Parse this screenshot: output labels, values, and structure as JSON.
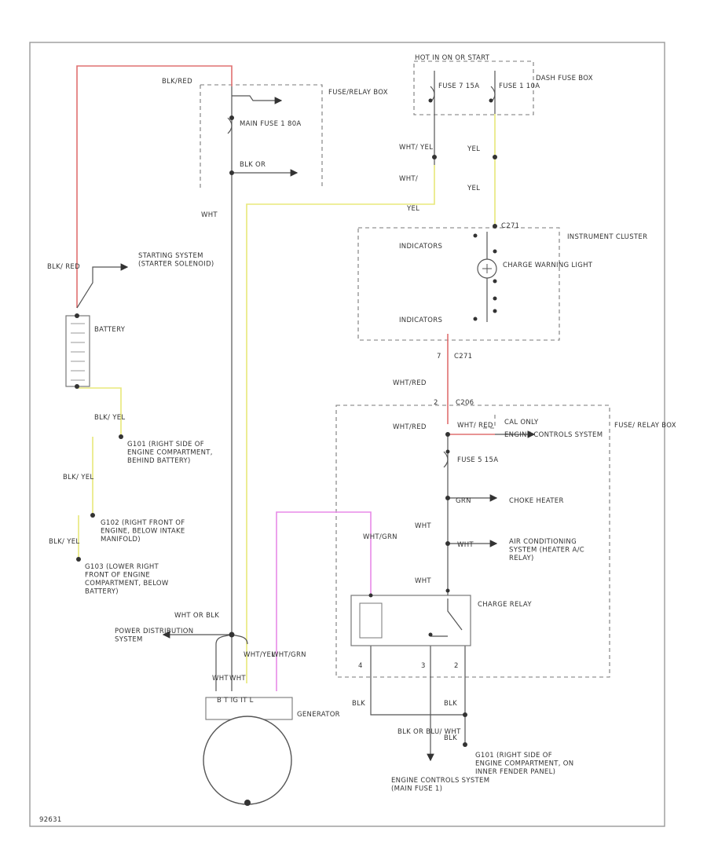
{
  "colors": {
    "red": "#e07070",
    "yellow": "#e8e87a",
    "pink": "#e88ae8",
    "black": "#555555",
    "gray": "#9a9a9a",
    "dashed": "#7a7a7a"
  },
  "labels": {
    "blk_red_top": "BLK/RED",
    "fuse_relay_box_top": "FUSE/RELAY BOX",
    "main_fuse": "MAIN FUSE 1 80A",
    "blk_or": "BLK OR",
    "wht_left": "WHT",
    "hot_in_on": "HOT IN ON OR START",
    "fuse_7": "FUSE 7 15A",
    "fuse_1": "FUSE 1 10A",
    "dash_fuse_box": "DASH FUSE BOX",
    "wht_yel_1": "WHT/ YEL",
    "yel_1": "YEL",
    "wht_2": "WHT/",
    "yel_2": "YEL",
    "yel_3": "YEL",
    "c271": "C271",
    "instrument_cluster": "INSTRUMENT CLUSTER",
    "indicators_1": "INDICATORS",
    "charge_light": "CHARGE WARNING LIGHT",
    "indicators_2": "INDICATORS",
    "blk_red_left": "BLK/ RED",
    "starting_system": "STARTING SYSTEM (STARTER SOLENOID)",
    "battery": "BATTERY",
    "c271_b": "C271",
    "num_7": "7",
    "wht_red_1": "WHT/RED",
    "c206": "C206",
    "num_2": "2",
    "wht_red_2": "WHT/RED",
    "wht_red_3": "WHT/ RED",
    "cal_only": "CAL ONLY",
    "engine_controls_1": "ENGINE CONTROLS SYSTEM",
    "fuse_relay_box_right": "FUSE/ RELAY BOX",
    "blk_yel_1": "BLK/ YEL",
    "g101_1": "G101 (RIGHT SIDE OF ENGINE COMPARTMENT, BEHIND BATTERY)",
    "fuse_5": "FUSE 5 15A",
    "blk_yel_2": "BLK/ YEL",
    "grn": "GRN",
    "choke_heater": "CHOKE HEATER",
    "g102": "G102 (RIGHT FRONT OF ENGINE, BELOW INTAKE MANIFOLD)",
    "wht_3": "WHT",
    "wht_4": "WHT",
    "ac_system": "AIR CONDITIONING SYSTEM (HEATER A/C RELAY)",
    "blk_yel_3": "BLK/ YEL",
    "g103": "G103 (LOWER RIGHT FRONT OF ENGINE COMPARTMENT, BELOW BATTERY)",
    "wht_grn": "WHT/GRN",
    "wht_5": "WHT",
    "charge_relay": "CHARGE RELAY",
    "wht_or_blk": "WHT OR BLK",
    "power_distribution": "POWER DISTRIBUTION SYSTEM",
    "pin_4": "4",
    "pin_3": "3",
    "pin_2": "2",
    "wht_gen_1": "WHT",
    "wht_gen_2": "WHT",
    "wht_yel_gen": "WHT/YEL",
    "wht_grn_gen": "WHT/GRN",
    "term_row": "B T IG IT   L",
    "generator": "GENERATOR",
    "blk_1": "BLK",
    "blk_2": "BLK",
    "blk_or_blu": "BLK OR BLU/ WHT",
    "blk_3": "BLK",
    "g101_2": "G101 (RIGHT SIDE OF ENGINE COMPARTMENT, ON INNER FENDER PANEL)",
    "engine_controls_2": "ENGINE CONTROLS SYSTEM (MAIN FUSE 1)",
    "fig_id": "92631"
  }
}
